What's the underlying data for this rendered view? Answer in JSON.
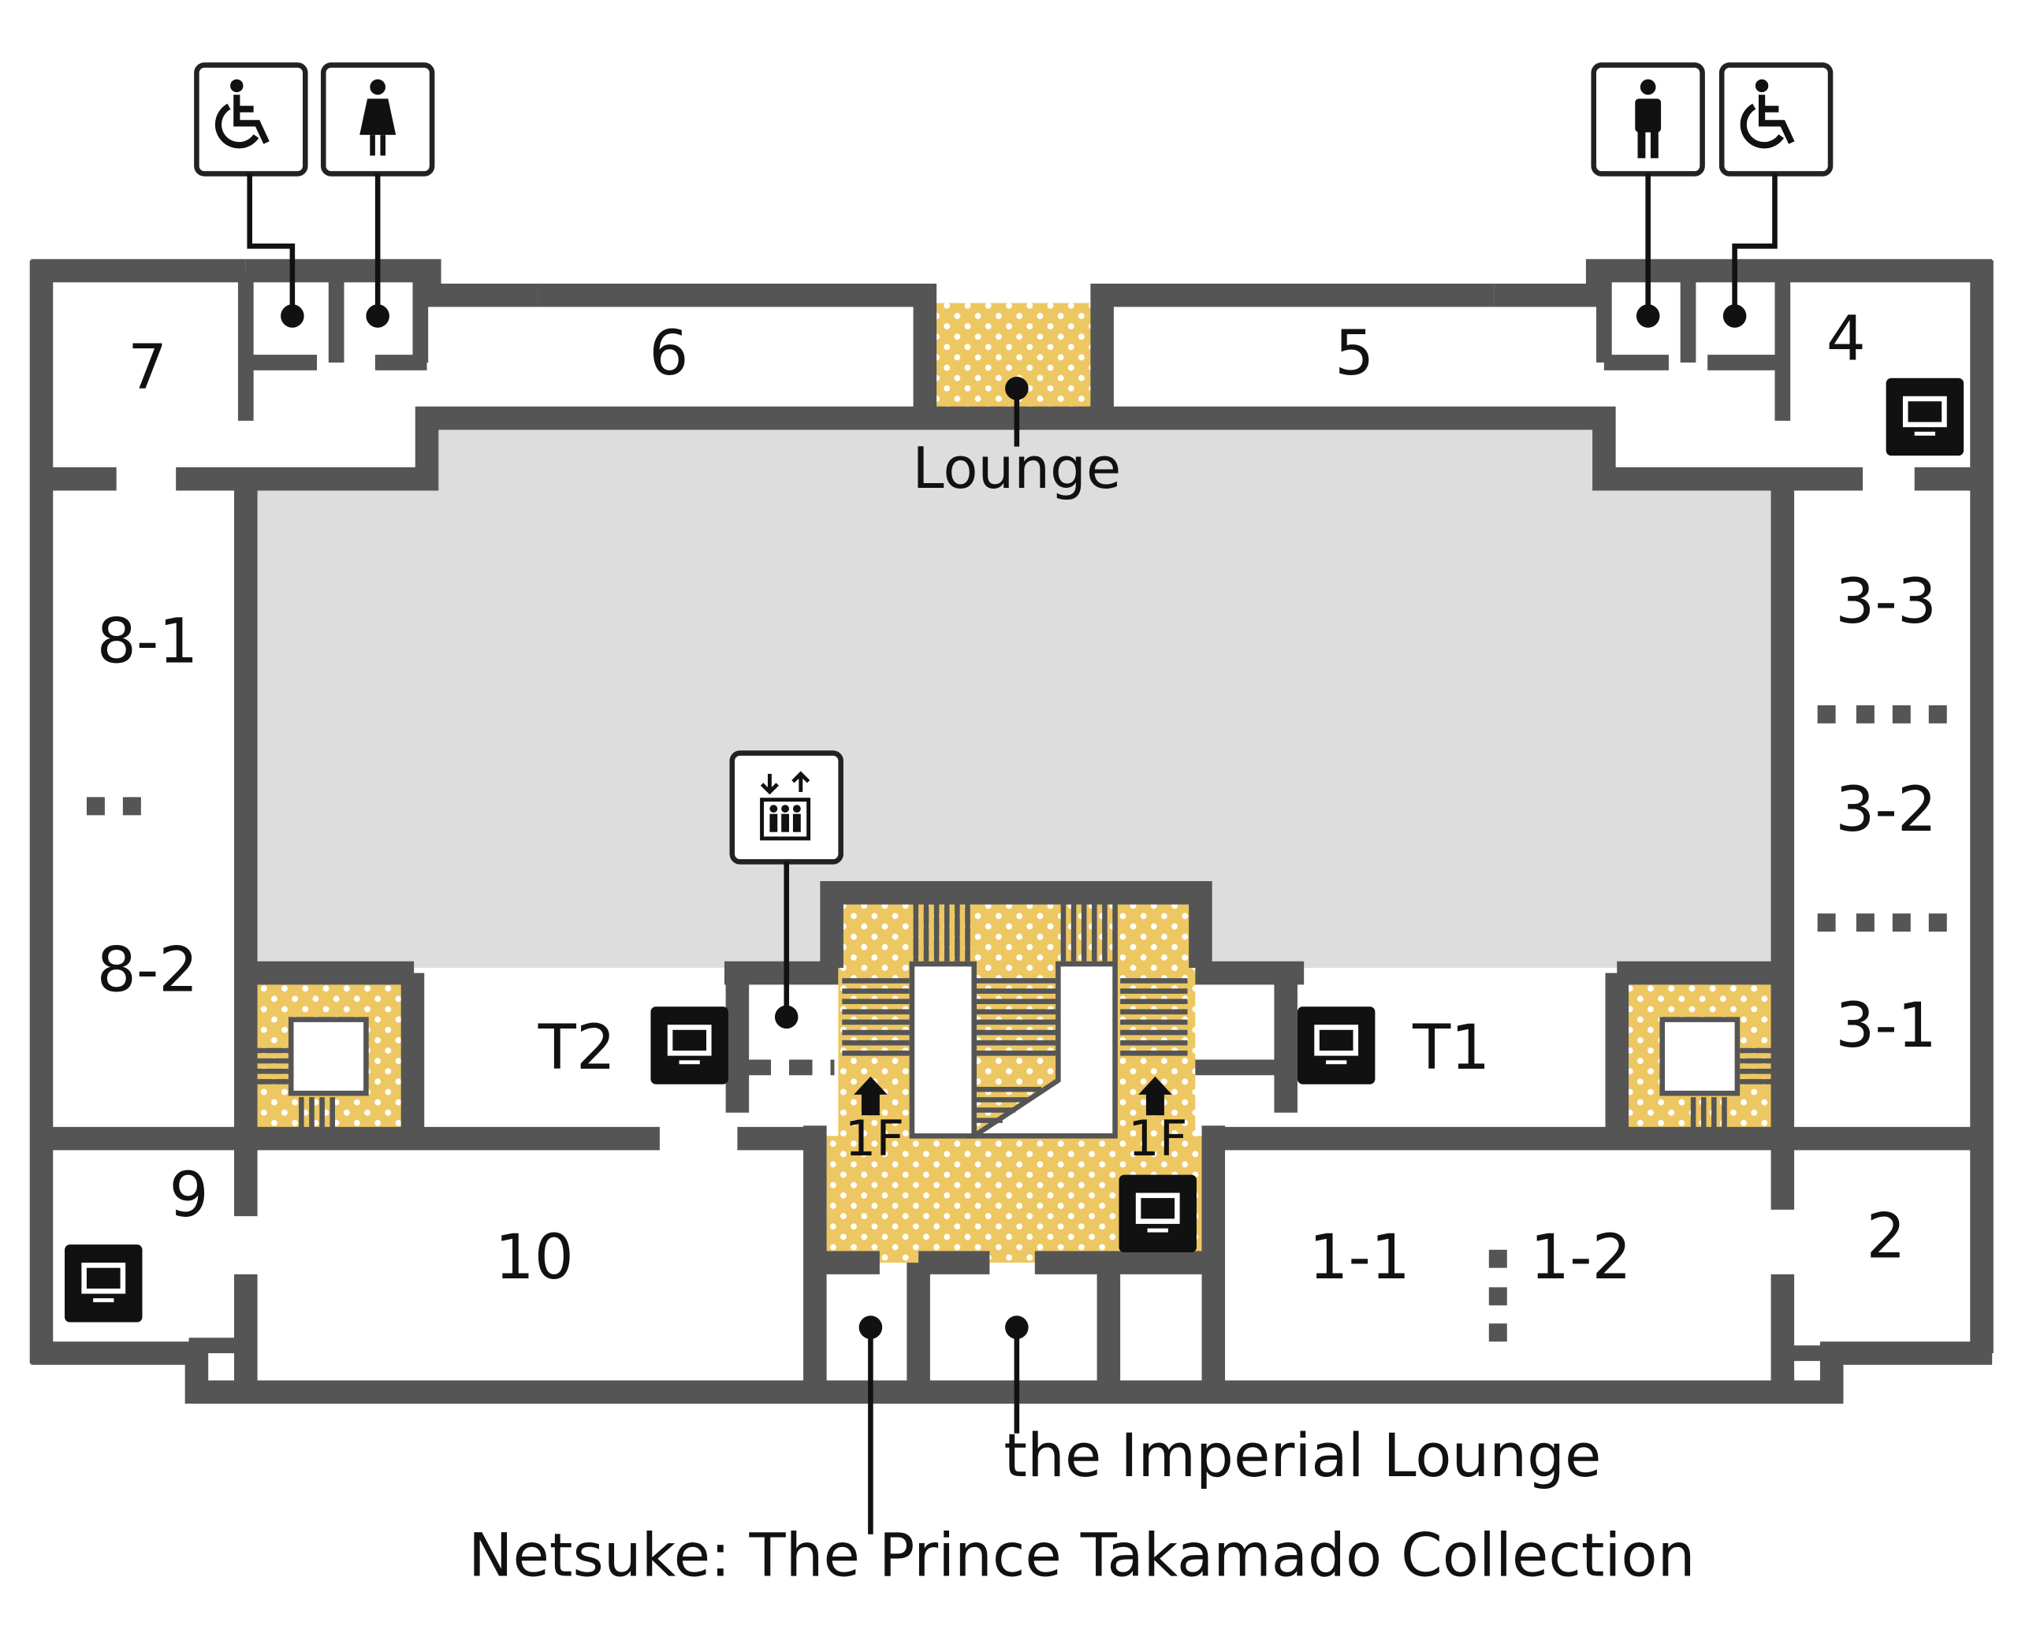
{
  "rooms": {
    "r7": "7",
    "r6": "6",
    "r5": "5",
    "r4": "4",
    "r8_1": "8-1",
    "r8_2": "8-2",
    "r9": "9",
    "r10": "10",
    "t2": "T2",
    "t1": "T1",
    "r3_3": "3-3",
    "r3_2": "3-2",
    "r3_1": "3-1",
    "r1_1": "1-1",
    "r1_2": "1-2",
    "r2": "2"
  },
  "annotations": {
    "lounge": "Lounge",
    "imperial_lounge": "the Imperial Lounge",
    "netsuke": "Netsuke: The Prince Takamado Collection"
  },
  "floor_markers": {
    "left": "1F",
    "right": "1F"
  },
  "icons": {
    "restroom_accessible": "wheelchair-icon",
    "restroom_women": "women-restroom-icon",
    "restroom_men": "men-restroom-icon",
    "elevator": "elevator-icon",
    "monitor": "monitor-icon",
    "stairs_up": "up-arrow-icon"
  },
  "colors": {
    "wall": "#555555",
    "lounge_fill": "#EDC762",
    "courtyard_fill": "#DDDDDD",
    "monitor_bg": "#111111",
    "text": "#111111"
  }
}
